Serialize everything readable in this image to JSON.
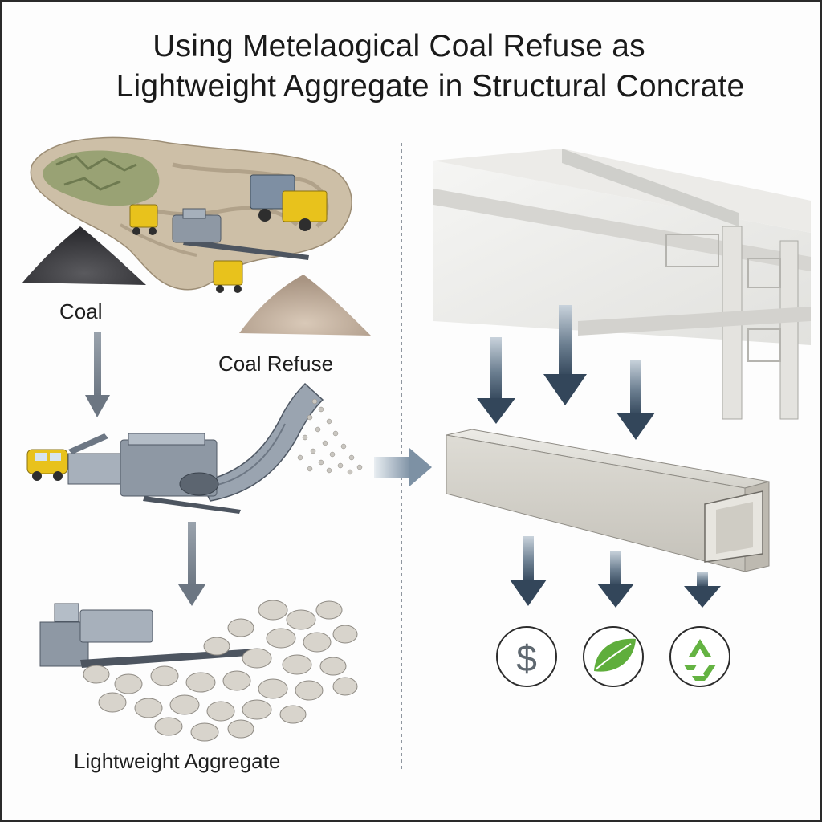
{
  "title": {
    "line1": "Using Metelaogical Coal Refuse as",
    "line2": "Lightweight Aggregate in Structural Concrate"
  },
  "labels": {
    "coal": "Coal",
    "coal_refuse": "Coal Refuse",
    "lightweight_aggregate": "Lightweight Aggregate"
  },
  "benefit_icons": {
    "cost": "$",
    "environment": "leaf-icon",
    "recycling": "recycle-icon"
  },
  "colors": {
    "arrow_dark": "#37495c",
    "arrow_light": "#b9c7d4",
    "leaf_green": "#5fae3c",
    "recycle_green": "#64b342",
    "machine_gray": "#8e98a4",
    "truck_yellow": "#e8c21c",
    "concrete": "#dcd9d2"
  }
}
